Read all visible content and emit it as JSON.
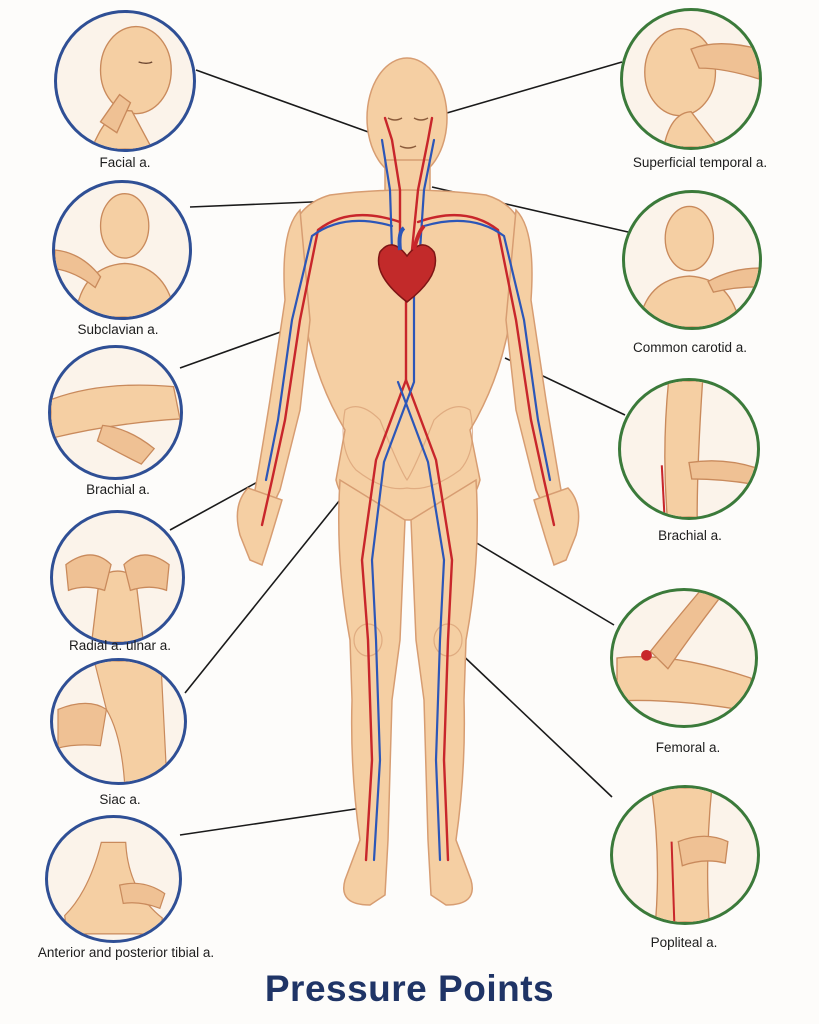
{
  "title": "Pressure Points",
  "points": [
    {
      "id": "facial",
      "label": "Facial a.",
      "side": "left",
      "ring": "blue",
      "icon": "face-profile-icon"
    },
    {
      "id": "subclavian",
      "label": "Subclavian a.",
      "side": "left",
      "ring": "blue",
      "icon": "neck-front-icon"
    },
    {
      "id": "brachial-left",
      "label": "Brachial a.",
      "side": "left",
      "ring": "blue",
      "icon": "upper-arm-icon"
    },
    {
      "id": "radial-ulnar",
      "label": "Radial a. ulnar a.",
      "side": "left",
      "ring": "blue",
      "icon": "wrist-icon"
    },
    {
      "id": "iliac",
      "label": "Siac a.",
      "side": "left",
      "ring": "blue",
      "icon": "groin-icon"
    },
    {
      "id": "tibial",
      "label": "Anterior and posterior tibial a.",
      "side": "left",
      "ring": "blue",
      "icon": "ankle-icon"
    },
    {
      "id": "temporal",
      "label": "Superficial temporal a.",
      "side": "right",
      "ring": "green",
      "icon": "temple-profile-icon"
    },
    {
      "id": "carotid",
      "label": "Common carotid a.",
      "side": "right",
      "ring": "green",
      "icon": "neck-front-icon"
    },
    {
      "id": "brachial-right",
      "label": "Brachial a.",
      "side": "right",
      "ring": "green",
      "icon": "forearm-icon"
    },
    {
      "id": "femoral",
      "label": "Femoral a.",
      "side": "right",
      "ring": "green",
      "icon": "thigh-icon"
    },
    {
      "id": "popliteal",
      "label": "Popliteal a.",
      "side": "right",
      "ring": "green",
      "icon": "knee-icon"
    }
  ],
  "colors": {
    "skin": "#f5cfa3",
    "skin_shadow": "#e3a97a",
    "artery": "#c8262b",
    "vein": "#2c56b8",
    "heart": "#c22a2a",
    "ring_left": "#2f4f95",
    "ring_right": "#3b7a3a",
    "title": "#1f3466"
  }
}
